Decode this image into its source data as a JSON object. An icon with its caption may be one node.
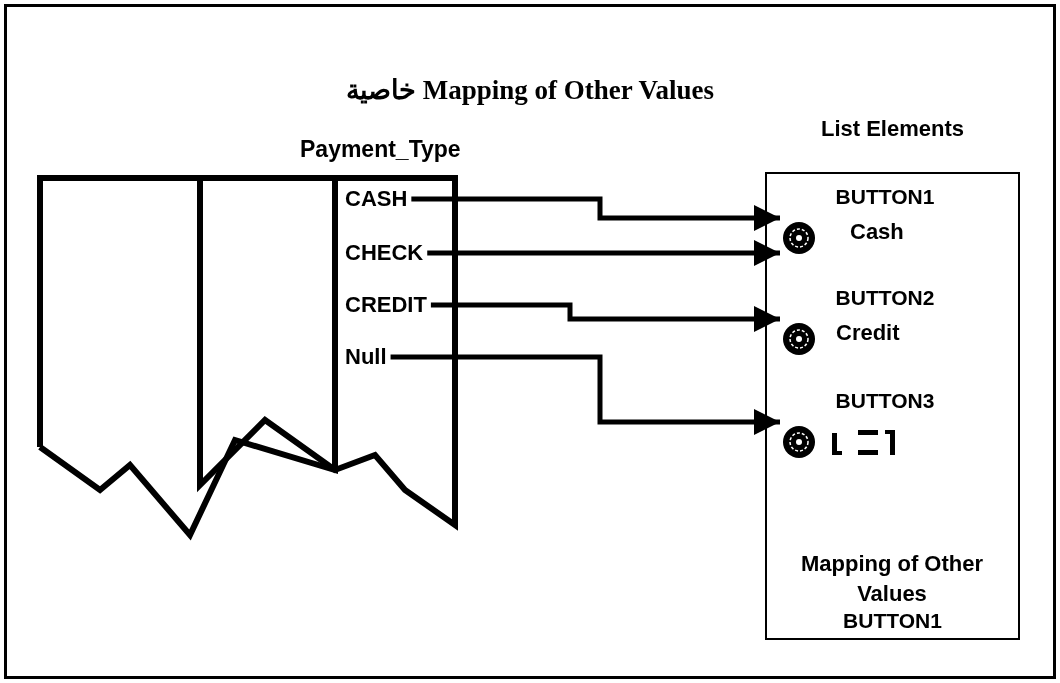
{
  "diagram": {
    "title": "خاصية Mapping of Other Values",
    "nodes": [
      {
        "text": [
          "Payment_Type"
        ]
      },
      {
        "text": [
          "CASH"
        ],
        "in": 0
      },
      {
        "text": [
          "CHECK"
        ],
        "in": 0
      },
      {
        "text": [
          "CREDIT"
        ],
        "in": 0
      },
      {
        "text": [
          "Null"
        ],
        "in": 0
      },
      {
        "text": [
          "List Elements",
          "Mapping of Other Values",
          "BUTTON1"
        ]
      },
      {
        "text": [
          "BUTTON1",
          "Cash"
        ],
        "in": 5
      },
      {
        "text": [
          "BUTTON2",
          "Credit"
        ],
        "in": 5
      },
      {
        "text": [
          "BUTTON3"
        ],
        "in": 5
      }
    ],
    "edges": [
      {
        "from": 1,
        "to": 6,
        "arrow": "to"
      },
      {
        "from": 2,
        "to": 6,
        "arrow": "to"
      },
      {
        "from": 3,
        "to": 7,
        "arrow": "to"
      },
      {
        "from": 4,
        "to": 8,
        "arrow": "to"
      }
    ]
  }
}
